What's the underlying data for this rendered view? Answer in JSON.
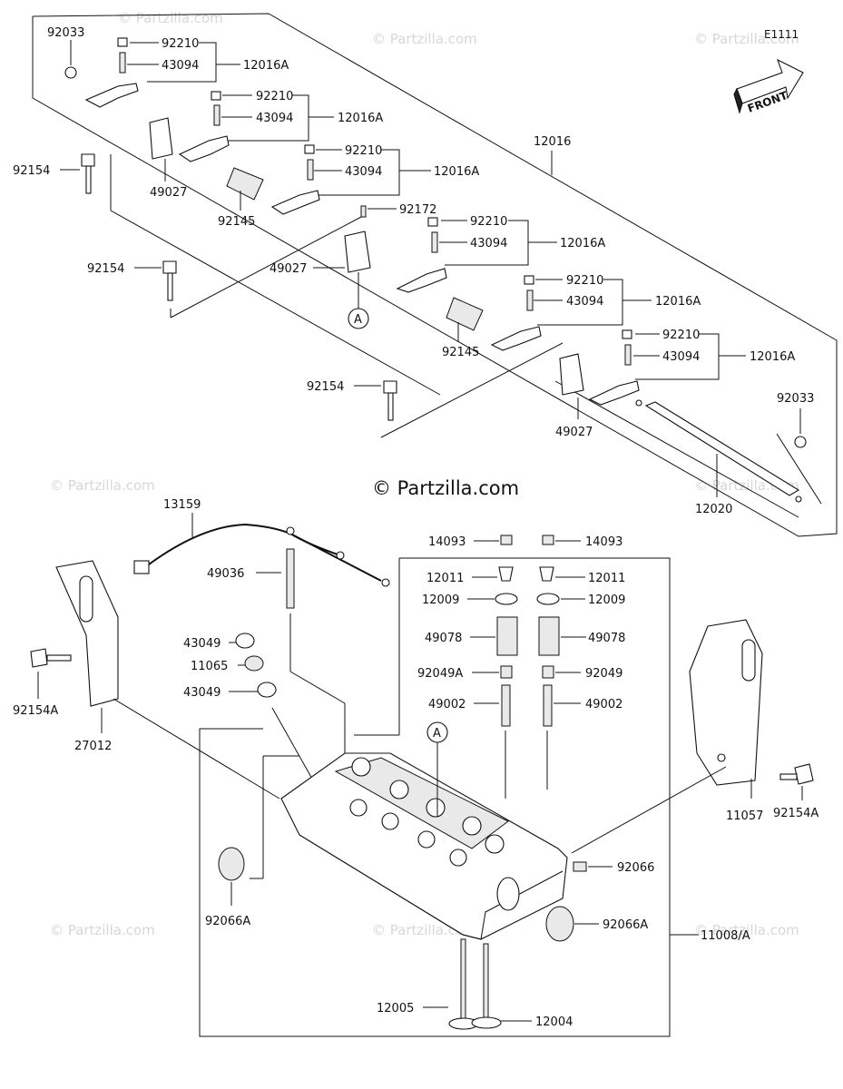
{
  "diagram_code": "E1111",
  "front_label": "FRONT",
  "watermark_text": "© Partzilla.com",
  "center_watermark": "© Partzilla.com",
  "parts": {
    "p92033a": "92033",
    "p92033b": "92033",
    "p92210": "92210",
    "p43094": "43094",
    "p12016A": "12016A",
    "p12016": "12016",
    "p92154": "92154",
    "p49027": "49027",
    "p92145": "92145",
    "p92172": "92172",
    "pA": "A",
    "p12020": "12020",
    "p13159": "13159",
    "p49036": "49036",
    "p14093": "14093",
    "p12011": "12011",
    "p12009": "12009",
    "p49078": "49078",
    "p92049A": "92049A",
    "p92049": "92049",
    "p49002": "49002",
    "p43049": "43049",
    "p11065": "11065",
    "p92154A": "92154A",
    "p27012": "27012",
    "p11057": "11057",
    "p92066": "92066",
    "p92066A": "92066A",
    "p11008A": "11008/A",
    "p12005": "12005",
    "p12004": "12004"
  }
}
